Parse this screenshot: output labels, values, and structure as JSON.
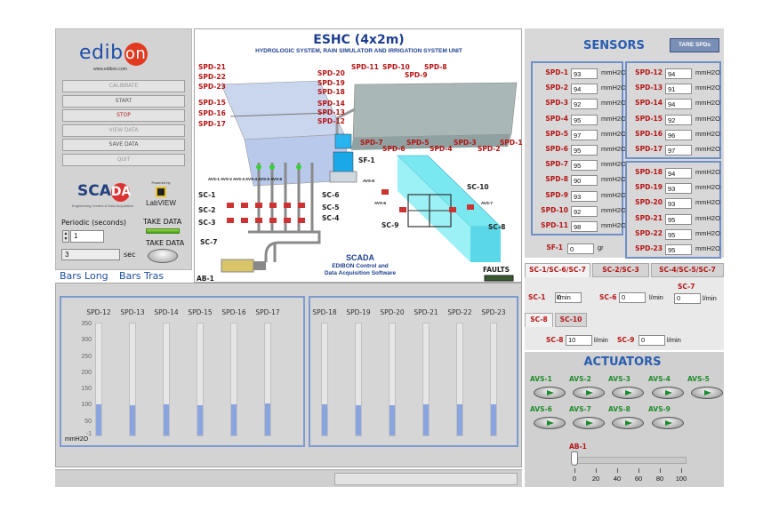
{
  "left": {
    "logo_text": "edib",
    "logo_dot": "on",
    "logo_url": "www.edibon.com",
    "buttons": [
      "CALIBRATE",
      "START",
      "STOP",
      "VIEW DATA",
      "SAVE DATA",
      "QUIT"
    ],
    "scada_text": "SCA",
    "scada_dot": "DA",
    "scada_sub": "Engineering Control & Data Acquisition",
    "powered_by": "Powered by",
    "labview": "LabVIEW",
    "periodic_label": "Periodic (seconds)",
    "periodic_value": "1",
    "take_data_label": "TAKE DATA",
    "take_data_label2": "TAKE DATA",
    "timer_value": "3",
    "timer_unit": "sec"
  },
  "tabs": [
    "Bars Long",
    "Bars Tras"
  ],
  "diagram": {
    "title": "ESHC (4x2m)",
    "subtitle": "HYDROLOGIC SYSTEM, RAIN SIMULATOR AND IRRIGATION SYSTEM UNIT",
    "spd_left": [
      "SPD-21",
      "SPD-22",
      "SPD-23",
      "SPD-15",
      "SPD-16",
      "SPD-17"
    ],
    "spd_mid": [
      "SPD-20",
      "SPD-19",
      "SPD-18",
      "SPD-14",
      "SPD-13",
      "SPD-12"
    ],
    "spd_top": [
      "SPD-11",
      "SPD-10",
      "SPD-8",
      "SPD-9"
    ],
    "spd_bottom": [
      "SPD-7",
      "SPD-6",
      "SPD-5",
      "SPD-4",
      "SPD-3",
      "SPD-2",
      "SPD-1"
    ],
    "sc_labels": [
      "SC-1",
      "SC-2",
      "SC-3",
      "SC-6",
      "SC-5",
      "SC-4",
      "SC-7",
      "SC-10",
      "SC-9",
      "SC-8"
    ],
    "sf": "SF-1",
    "ab": "AB-1",
    "scada_label": "SCADA",
    "scada_sub1": "EDIBON Control and",
    "scada_sub2": "Data Acquisition Software",
    "faults": "FAULTS",
    "avs_labels": [
      "AVS-1",
      "AVS-2",
      "AVS-3",
      "AVS-4",
      "AVS-5",
      "AVS-6",
      "AVS-8",
      "AVS-9",
      "AVS-7"
    ]
  },
  "sensors": {
    "title": "SENSORS",
    "tare": "TARE SPDs",
    "unit": "mmH2O",
    "group1": [
      {
        "name": "SPD-1",
        "value": "93"
      },
      {
        "name": "SPD-2",
        "value": "94"
      },
      {
        "name": "SPD-3",
        "value": "92"
      },
      {
        "name": "SPD-4",
        "value": "95"
      },
      {
        "name": "SPD-5",
        "value": "97"
      },
      {
        "name": "SPD-6",
        "value": "95"
      },
      {
        "name": "SPD-7",
        "value": "95"
      },
      {
        "name": "SPD-8",
        "value": "90"
      },
      {
        "name": "SPD-9",
        "value": "93"
      },
      {
        "name": "SPD-10",
        "value": "92"
      },
      {
        "name": "SPD-11",
        "value": "98"
      }
    ],
    "group2": [
      {
        "name": "SPD-12",
        "value": "94"
      },
      {
        "name": "SPD-13",
        "value": "91"
      },
      {
        "name": "SPD-14",
        "value": "94"
      },
      {
        "name": "SPD-15",
        "value": "92"
      },
      {
        "name": "SPD-16",
        "value": "96"
      },
      {
        "name": "SPD-17",
        "value": "97"
      }
    ],
    "group3": [
      {
        "name": "SPD-18",
        "value": "94"
      },
      {
        "name": "SPD-19",
        "value": "93"
      },
      {
        "name": "SPD-20",
        "value": "93"
      },
      {
        "name": "SPD-21",
        "value": "95"
      },
      {
        "name": "SPD-22",
        "value": "95"
      },
      {
        "name": "SPD-23",
        "value": "95"
      }
    ],
    "sf1_name": "SF-1",
    "sf1_value": "0",
    "sf1_unit": "gr"
  },
  "flow": {
    "tabs1": [
      "SC-1/SC-6/SC-7",
      "SC-2/SC-3",
      "SC-4/SC-5/SC-7"
    ],
    "sc1_name": "SC-1",
    "sc1_value": "0",
    "sc6_name": "SC-6",
    "sc6_value": "0",
    "sc7_name": "SC-7",
    "sc7_value": "0",
    "unit": "l/min",
    "tabs2": [
      "SC-8",
      "SC-10"
    ],
    "sc8_name": "SC-8",
    "sc8_value": "10",
    "sc9_name": "SC-9",
    "sc9_value": "0"
  },
  "actuators": {
    "title": "ACTUATORS",
    "row1": [
      {
        "a": "A",
        "b": "VS-1"
      },
      {
        "a": "A",
        "b": "VS-2"
      },
      {
        "a": "A",
        "b": "VS-3"
      },
      {
        "a": "A",
        "b": "VS-4"
      },
      {
        "a": "A",
        "b": "VS-5"
      }
    ],
    "row2": [
      {
        "a": "A",
        "b": "VS-6"
      },
      {
        "a": "A",
        "b": "VS-7"
      },
      {
        "a": "A",
        "b": "VS-8"
      },
      {
        "a": "A",
        "b": "VS-9"
      }
    ],
    "ab_label": "AB-1",
    "slider_ticks": [
      "0",
      "20",
      "40",
      "60",
      "80",
      "100"
    ],
    "slider_value": 0
  },
  "bars": {
    "yticks": [
      "350",
      "300",
      "250",
      "200",
      "150",
      "100",
      "50",
      "-1"
    ],
    "unit": "mmH2O",
    "group1": [
      {
        "name": "SPD-12",
        "value": 94
      },
      {
        "name": "SPD-13",
        "value": 91
      },
      {
        "name": "SPD-14",
        "value": 94
      },
      {
        "name": "SPD-15",
        "value": 92
      },
      {
        "name": "SPD-16",
        "value": 96
      },
      {
        "name": "SPD-17",
        "value": 97
      }
    ],
    "group2": [
      {
        "name": "SPD-18",
        "value": 94
      },
      {
        "name": "SPD-19",
        "value": 93
      },
      {
        "name": "SPD-20",
        "value": 93
      },
      {
        "name": "SPD-21",
        "value": 95
      },
      {
        "name": "SPD-22",
        "value": 95
      },
      {
        "name": "SPD-23",
        "value": 95
      }
    ],
    "ymin": -1,
    "ymax": 350
  }
}
